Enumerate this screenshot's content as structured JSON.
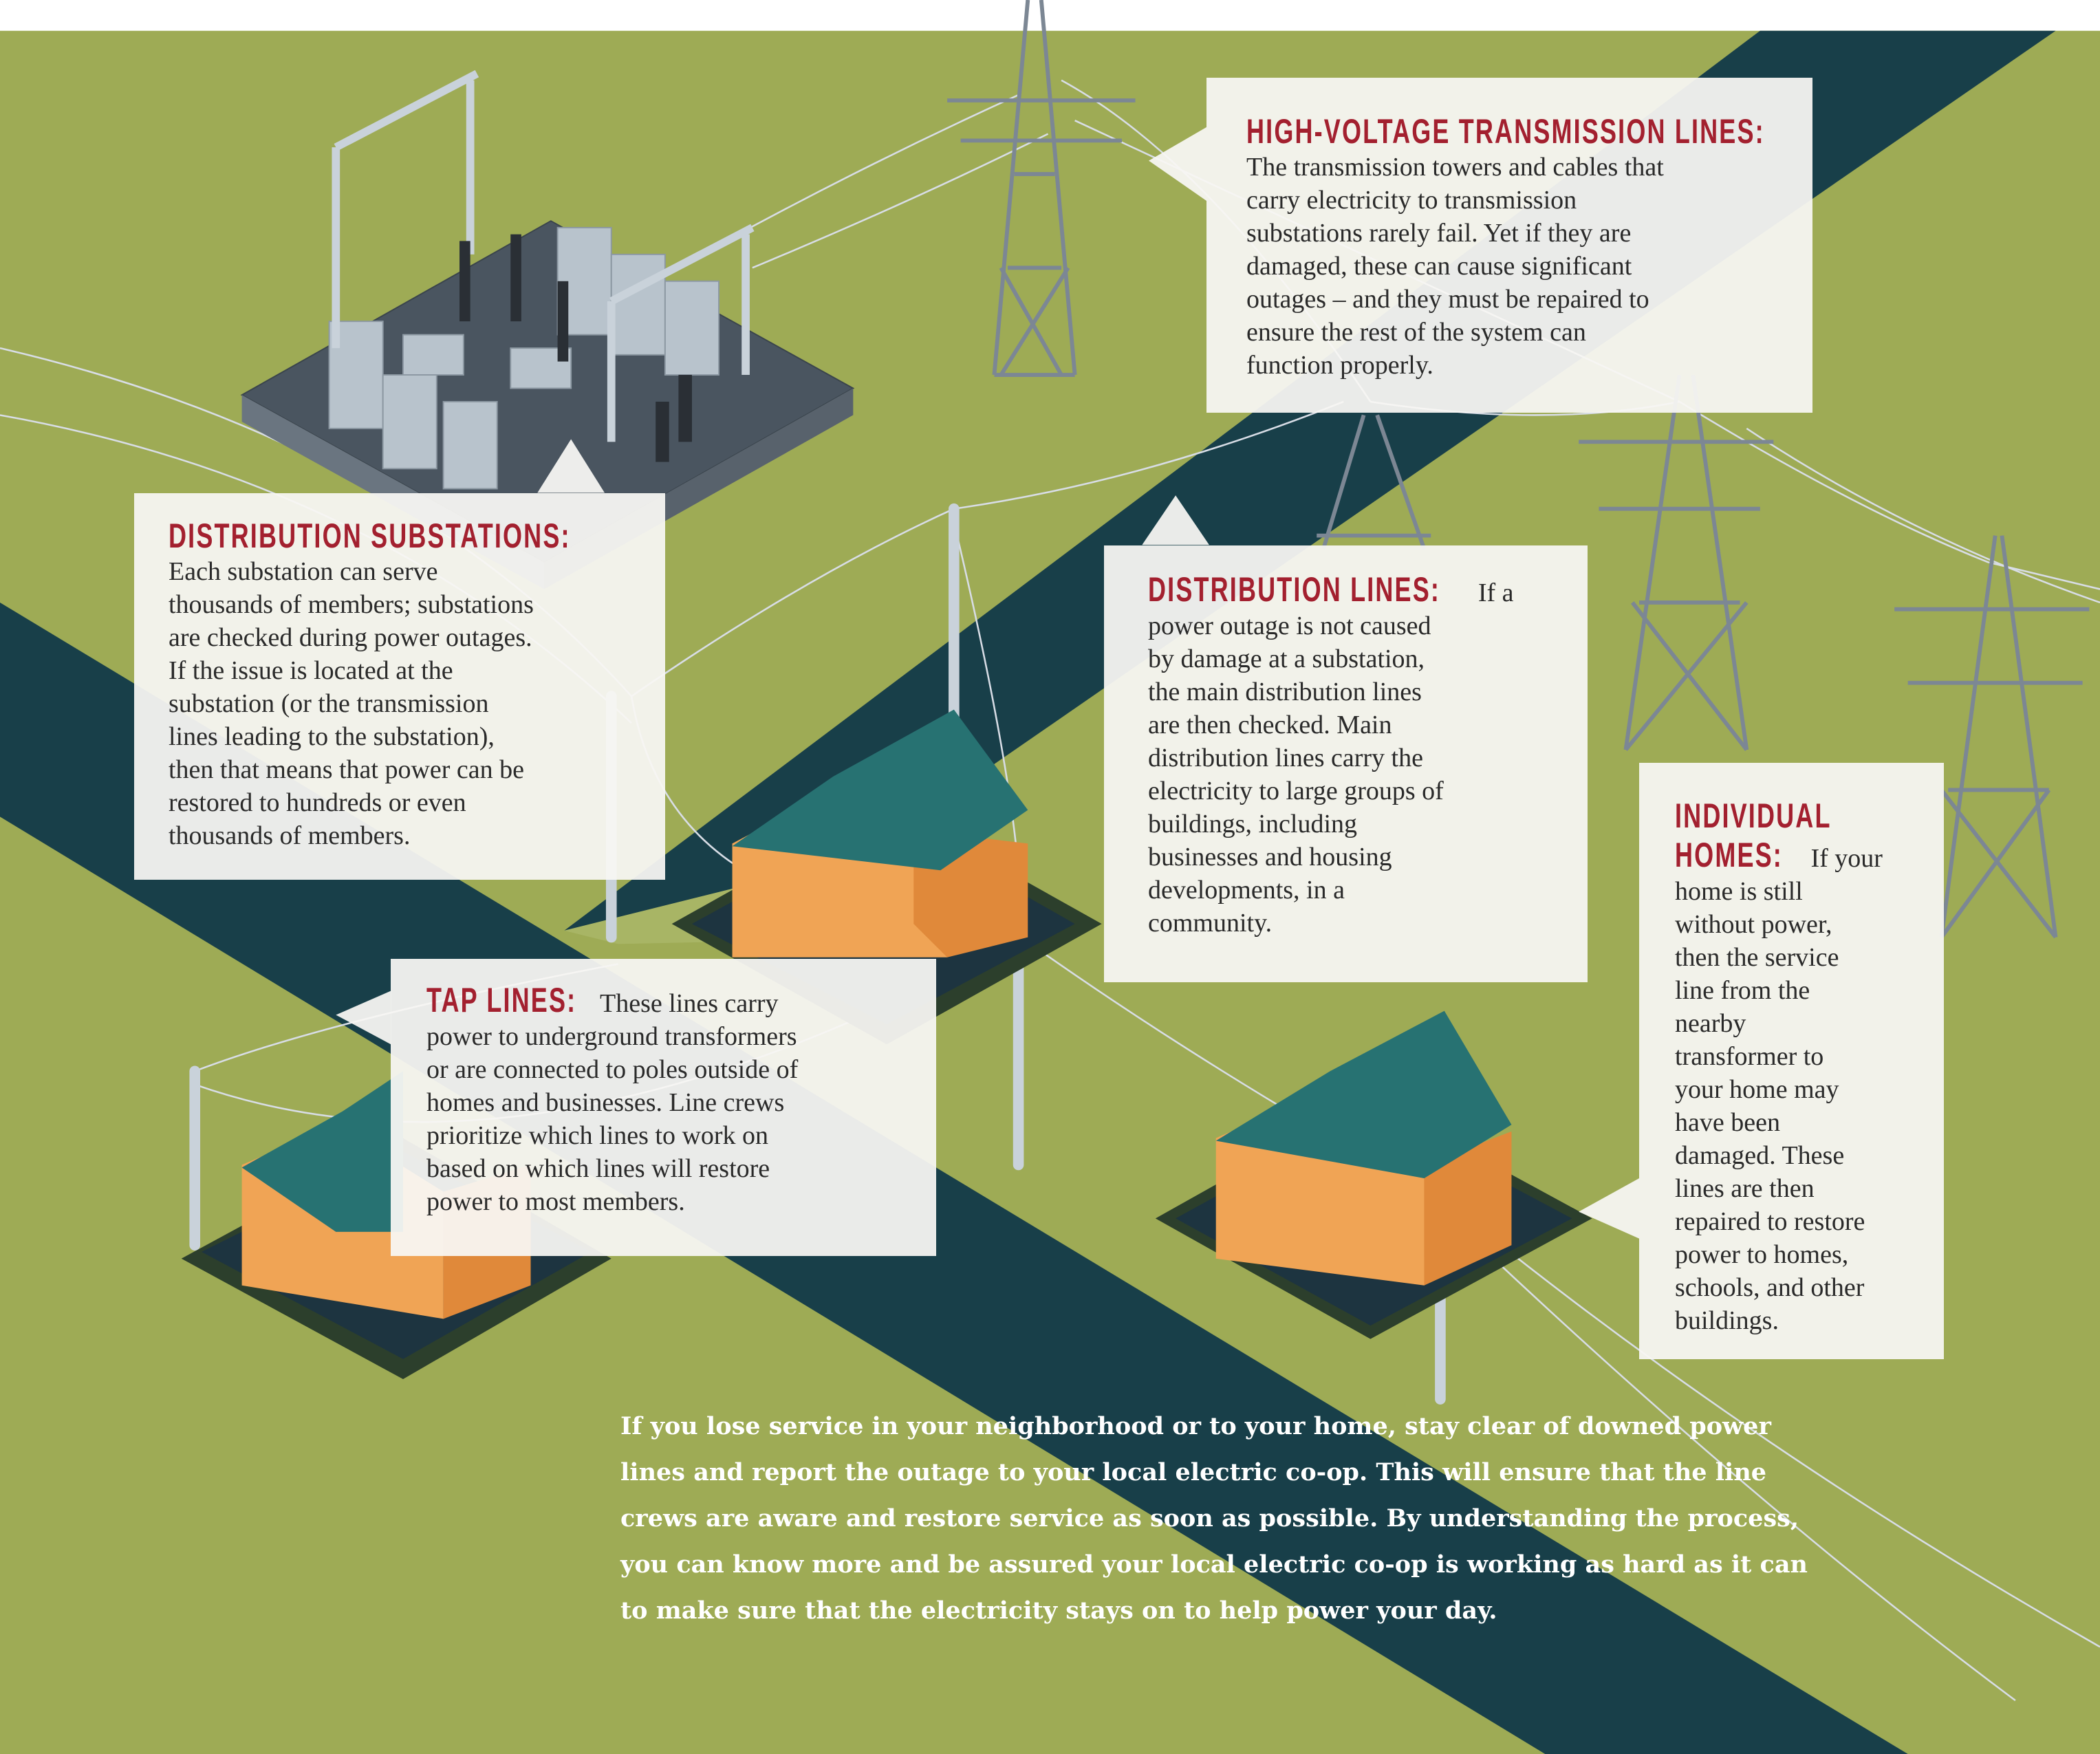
{
  "colors": {
    "grass": "#9eab55",
    "road": "#183f49",
    "heading": "#a3202f",
    "box": "#f7f6f2"
  },
  "callouts": {
    "transmission": {
      "heading": "HIGH-VOLTAGE TRANSMISSION LINES:",
      "body": "The transmission towers and cables that\ncarry electricity to transmission\nsubstations rarely fail. Yet if they are\ndamaged, these can cause significant\noutages – and they must be repaired to\nensure the rest of the system can\nfunction properly."
    },
    "substations": {
      "heading": "DISTRIBUTION SUBSTATIONS:",
      "body": "Each substation can serve\nthousands of members; substations\nare checked during power outages.\nIf the issue is located at the\nsubstation (or the transmission\nlines leading to the substation),\nthen that means that power can be\nrestored to hundreds or even\nthousands of members."
    },
    "distribution_lines": {
      "heading": "DISTRIBUTION LINES:",
      "first_line": "If a",
      "body": "power outage is not caused\nby damage at a substation,\nthe main distribution lines\nare then checked. Main\ndistribution lines carry the\nelectricity to large groups of\nbuildings, including\nbusinesses and housing\ndevelopments, in a\ncommunity."
    },
    "homes": {
      "heading_line1": "INDIVIDUAL",
      "heading_line2": "HOMES:",
      "first_line": "If your",
      "body": "home is still\nwithout power,\nthen the service\nline from the\nnearby\ntransformer to\nyour home may\nhave been\ndamaged. These\nlines are then\nrepaired to restore\npower to homes,\nschools, and other\nbuildings."
    },
    "tap_lines": {
      "heading": "TAP LINES:",
      "first_line": "These lines carry",
      "body": "power to underground transformers\nor are connected to poles outside of\nhomes and businesses. Line crews\nprioritize which lines to work on\nbased on which lines will restore\npower to most members."
    }
  },
  "footer": {
    "text": "If you lose service in your neighborhood or to your home, stay clear of downed power\nlines and report the outage to your local electric co-op. This will ensure that the line\ncrews are aware and restore service as soon as possible. By understanding the process,\nyou can know more and be assured your local electric co-op is working as hard as it can\nto make sure that the electricity stays on to help power your day."
  }
}
